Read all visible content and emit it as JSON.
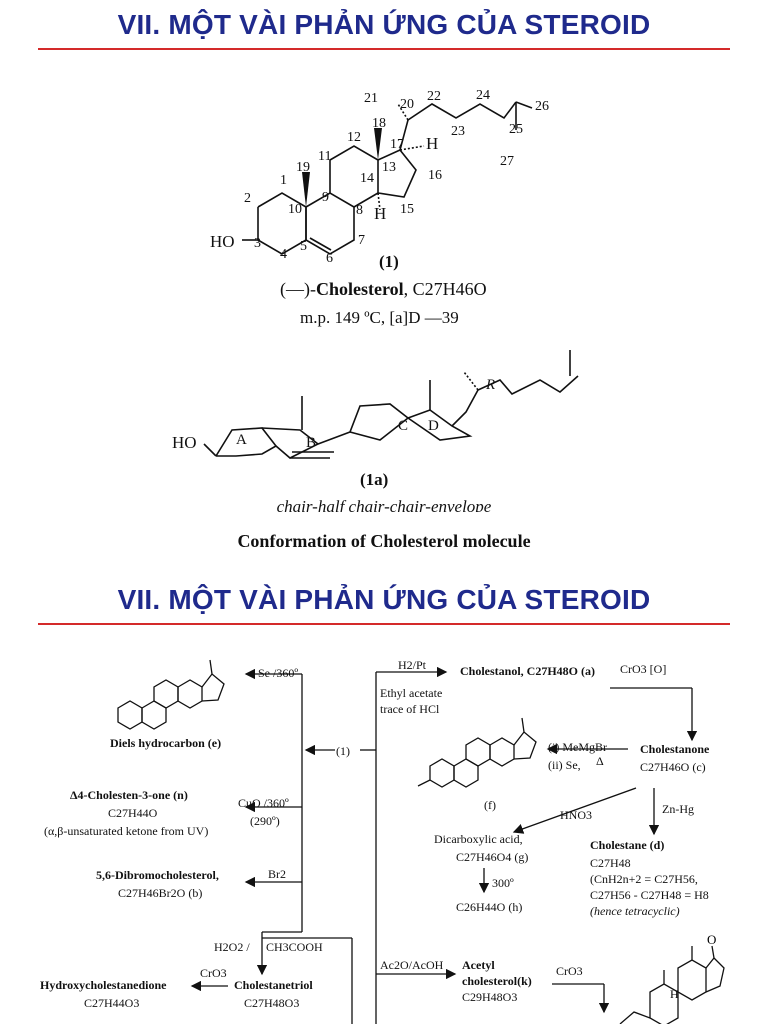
{
  "slide1": {
    "title": "VII. MỘT VÀI PHẢN ỨNG CỦA STEROID",
    "numbers": [
      "1",
      "2",
      "3",
      "4",
      "5",
      "6",
      "7",
      "8",
      "9",
      "10",
      "11",
      "12",
      "13",
      "14",
      "15",
      "16",
      "17",
      "18",
      "19",
      "20",
      "21",
      "22",
      "23",
      "24",
      "25",
      "26",
      "27"
    ],
    "ho_label": "HO",
    "h_label": "H",
    "compound_number": "(1)",
    "cholesterol_prefix": "(—)-",
    "cholesterol_name": "Cholesterol",
    "cholesterol_formula": "C27H46O",
    "mp_line": "m.p. 149 ºC, [a]D —39",
    "conformer_number": "(1a)",
    "ring_labels": [
      "A",
      "B",
      "C",
      "D"
    ],
    "r_label": "R",
    "conformer_ho": "HO",
    "conformation_type": "chair-half chair-chair-envelope",
    "conformation_caption": "Conformation of Cholesterol molecule"
  },
  "slide2": {
    "title": "VII. MỘT VÀI PHẢN ỨNG CỦA STEROID",
    "center_label": "(1)",
    "reagents": {
      "se360": "Se /360º",
      "h2pt": "H2/Pt",
      "ethyl_acetate": "Ethyl acetate",
      "trace_hcl": "trace of HCl",
      "cro3_o": "CrO3 [O]",
      "memgbr": "(i) MeMgBr",
      "se_delta": "(ii) Se,",
      "delta": "Δ",
      "cuo": "CuO /360º",
      "temp290": "(290º)",
      "hno3": "HNO3",
      "znhg": "Zn-Hg",
      "br2": "Br2",
      "deg300": "300º",
      "h2o2": "H2O2 /",
      "ch3cooh": "CH3COOH",
      "cro3_b": "CrO3",
      "ac2o": "Ac2O/AcOH",
      "cro3_c": "CrO3"
    },
    "compounds": {
      "diels": "Diels hydrocarbon (e)",
      "cholestenone": "Δ4-Cholesten-3-one (n)",
      "cholestenone_formula": "C27H44O",
      "cholestenone_note": "(α,β-unsaturated ketone from UV)",
      "dibromo": "5,6-Dibromocholesterol,",
      "dibromo_formula": "C27H46Br2O (b)",
      "hydroxy": "Hydroxycholestanedione",
      "hydroxy_formula": "C27H44O3",
      "triol": "Cholestanetriol",
      "triol_formula": "C27H48O3",
      "cholestanol": "Cholestanol, C27H48O (a)",
      "cholestanone": "Cholestanone",
      "cholestanone_formula": "C27H46O (c)",
      "f_label": "(f)",
      "dicarboxylic": "Dicarboxylic acid,",
      "dicarboxylic_formula": "C27H46O4 (g)",
      "h_compound": "C26H44O (h)",
      "cholestane": "Cholestane (d)",
      "cholestane_formula": "C27H48",
      "cnh_line": "(CnH2n+2 = C27H56,",
      "diff_line": "C27H56 - C27H48 = H8",
      "tetracyclic": "(hence tetracyclic)",
      "acetyl": "Acetyl",
      "acetyl_k": "cholesterol(k)",
      "acetyl_formula": "C29H48O3",
      "ketone_o": "O",
      "ketone_h": "H"
    }
  }
}
